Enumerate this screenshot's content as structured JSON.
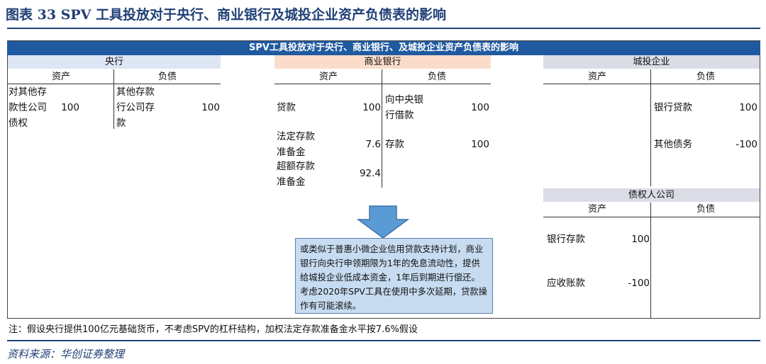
{
  "figure_title": "图表 33   SPV 工具投放对于央行、商业银行及城投企业资产负债表的影响",
  "banner": "SPV工具投放对于央行、商业银行、及城投企业资产负债表的影响",
  "central_bank": {
    "title": "央行",
    "assets_label": "资产",
    "liabilities_label": "负债",
    "assets": [
      {
        "name_lines": [
          "对其他存",
          "款性公司",
          "债权"
        ],
        "value": "100"
      }
    ],
    "liabilities": [
      {
        "name_lines": [
          "其他存款",
          "行公司存",
          "款"
        ],
        "value": "100"
      }
    ]
  },
  "commercial_bank": {
    "title": "商业银行",
    "assets_label": "资产",
    "liabilities_label": "负债",
    "assets": [
      {
        "name_lines": [
          "贷款"
        ],
        "value": "100"
      },
      {
        "name_lines": [
          "法定存款",
          "准备金"
        ],
        "value": "7.6"
      },
      {
        "name_lines": [
          "超额存款",
          "准备金"
        ],
        "value": "92.4"
      }
    ],
    "liabilities": [
      {
        "name_lines": [
          "向中央银",
          "行借款"
        ],
        "value": "100"
      },
      {
        "name_lines": [
          "存款"
        ],
        "value": "100"
      }
    ]
  },
  "lgfv": {
    "title": "城投企业",
    "assets_label": "资产",
    "liabilities_label": "负债",
    "liabilities": [
      {
        "name_lines": [
          "银行贷款"
        ],
        "value": "100"
      },
      {
        "name_lines": [
          "其他债务"
        ],
        "value": "-100"
      }
    ]
  },
  "creditor": {
    "title": "债权人公司",
    "assets_label": "资产",
    "liabilities_label": "负债",
    "assets": [
      {
        "name_lines": [
          "银行存款"
        ],
        "value": "100"
      },
      {
        "name_lines": [
          "应收账款"
        ],
        "value": "-100"
      }
    ]
  },
  "note_box": "或类似于普惠小微企业信用贷款支持计划，商业银行向央行申领期限为1年的免息流动性，提供给城投企业低成本资金，1年后到期进行偿还。考虑2020年SPV工具在使用中多次延期，贷款操作有可能滚续。",
  "footnote": "注：假设央行提供100亿元基础货币，不考虑SPV的杠杆结构，加权法定存款准备金水平按7.6%假设",
  "source": "资料来源：华创证券整理",
  "colors": {
    "title_blue": "#1f3f76",
    "banner_blue": "#1f5aa0",
    "central_bank_header": "#dde6f4",
    "commercial_bank_header": "#fbdccb",
    "lgfv_header": "#dadde6",
    "note_fill": "#c7dcf1",
    "arrow_fill": "#5b9bd5"
  }
}
